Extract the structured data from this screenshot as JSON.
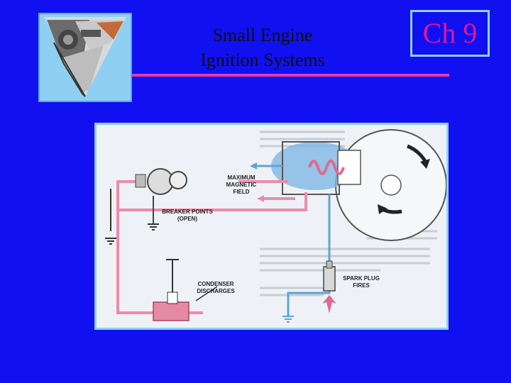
{
  "slide": {
    "title_line1": "Small Engine",
    "title_line2": "Ignition Systems",
    "chapter": "Ch 9"
  },
  "diagram": {
    "labels": {
      "max_field_1": "MAXIMUM",
      "max_field_2": "MAGNETIC",
      "max_field_3": "FIELD",
      "breaker_1": "BREAKER POINTS",
      "breaker_2": "(OPEN)",
      "condenser_1": "CONDENSER",
      "condenser_2": "DISCHARGES",
      "spark_1": "SPARK PLUG",
      "spark_2": "FIRES"
    }
  },
  "colors": {
    "background": "#1010f0",
    "accent_rule": "#e23aa6",
    "chapter_text": "#e0169c",
    "frame": "#8fd0f2",
    "primary_circuit": "#f08aa8",
    "secondary_circuit": "#5aa7d6"
  }
}
